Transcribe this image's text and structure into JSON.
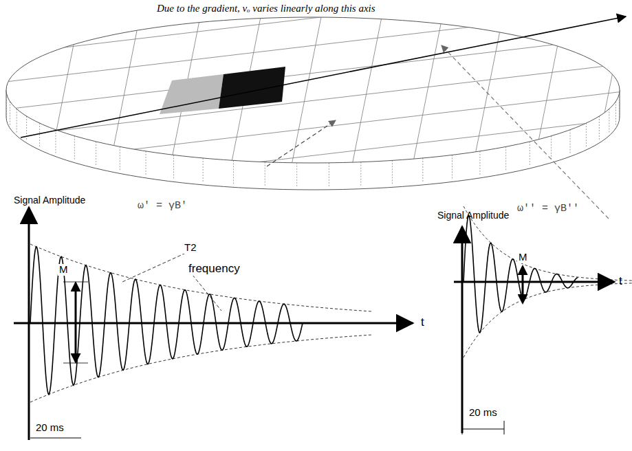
{
  "diagram": {
    "labels": [
      "Due to the gradient, vₒ varies linearly along this axis",
      "ω′ = γB′",
      "ω′′ = γB′′",
      "Signal Amplitude",
      "M",
      "T2",
      "frequency",
      "t",
      "20 ms",
      "Signal Amplitude",
      "M",
      "t",
      "20 ms"
    ]
  }
}
